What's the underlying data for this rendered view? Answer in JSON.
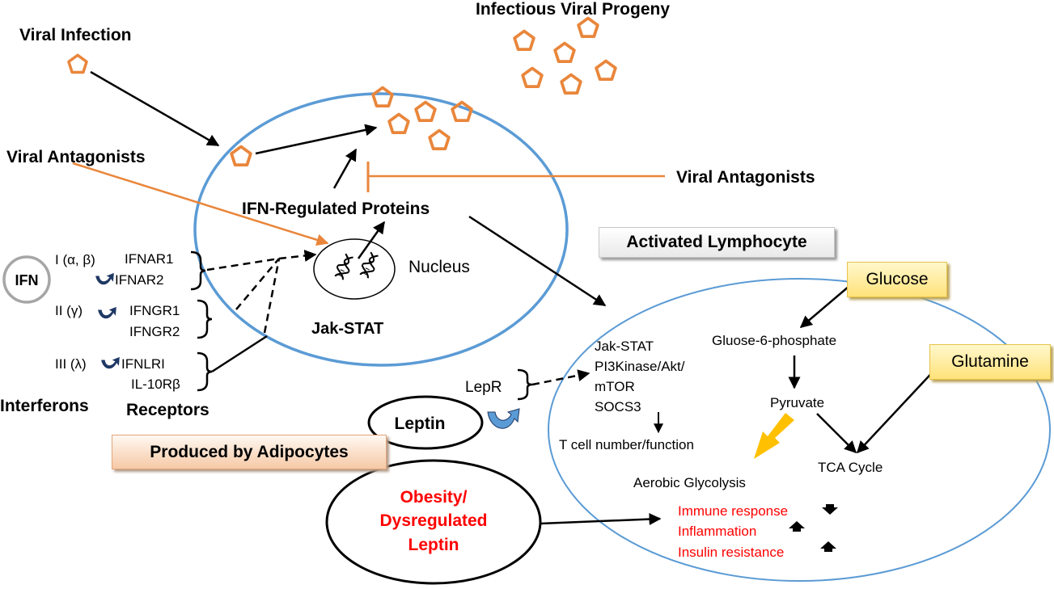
{
  "infection": {
    "viral_infection": "Viral Infection",
    "infectious_progeny": "Infectious Viral Progeny",
    "viral_antagonists_left": "Viral Antagonists",
    "viral_antagonists_right": "Viral Antagonists",
    "ifn_regulated_proteins": "IFN-Regulated Proteins",
    "nucleus": "Nucleus",
    "jak_stat": "Jak-STAT"
  },
  "interferons": {
    "ifn": "IFN",
    "type1": "I (α, β)",
    "type2": "II (γ)",
    "type3": "III (λ)",
    "ifnar1": "IFNAR1",
    "ifnar2": "IFNAR2",
    "ifngr1": "IFNGR1",
    "ifngr2": "IFNGR2",
    "ifnlr1": "IFNLRI",
    "il10rb": "IL-10Rβ",
    "interferons_label": "Interferons",
    "receptors_label": "Receptors"
  },
  "leptin": {
    "leptin": "Leptin",
    "lepr": "LepR",
    "produced_by": "Produced by Adipocytes",
    "obesity_line1": "Obesity/",
    "obesity_line2": "Dysregulated",
    "obesity_line3": "Leptin"
  },
  "lymphocyte": {
    "title": "Activated Lymphocyte",
    "signal1": "Jak-STAT",
    "signal2": "PI3Kinase/Akt/",
    "signal3": "mTOR",
    "signal4": "SOCS3",
    "t_cell": "T cell number/function",
    "glucose": "Glucose",
    "glutamine": "Glutamine",
    "g6p": "Gluose-6-phosphate",
    "pyruvate": "Pyruvate",
    "tca": "TCA Cycle",
    "aerobic": "Aerobic Glycolysis",
    "immune": "Immune response",
    "inflammation": "Inflammation",
    "insulin": "Insulin resistance"
  },
  "colors": {
    "virus": "#e9863b",
    "cell_outline": "#5b9bd5",
    "lymphocyte_outline": "#5b9bd5",
    "antagonist": "#e9863b",
    "effects_text": "#ff0000",
    "aerobic_arrow": "#ffc000",
    "ifn_circle": "#a6a6a6",
    "receptor_arrow": "#1f3864",
    "leptin_arrow": "#5b9bd5"
  }
}
